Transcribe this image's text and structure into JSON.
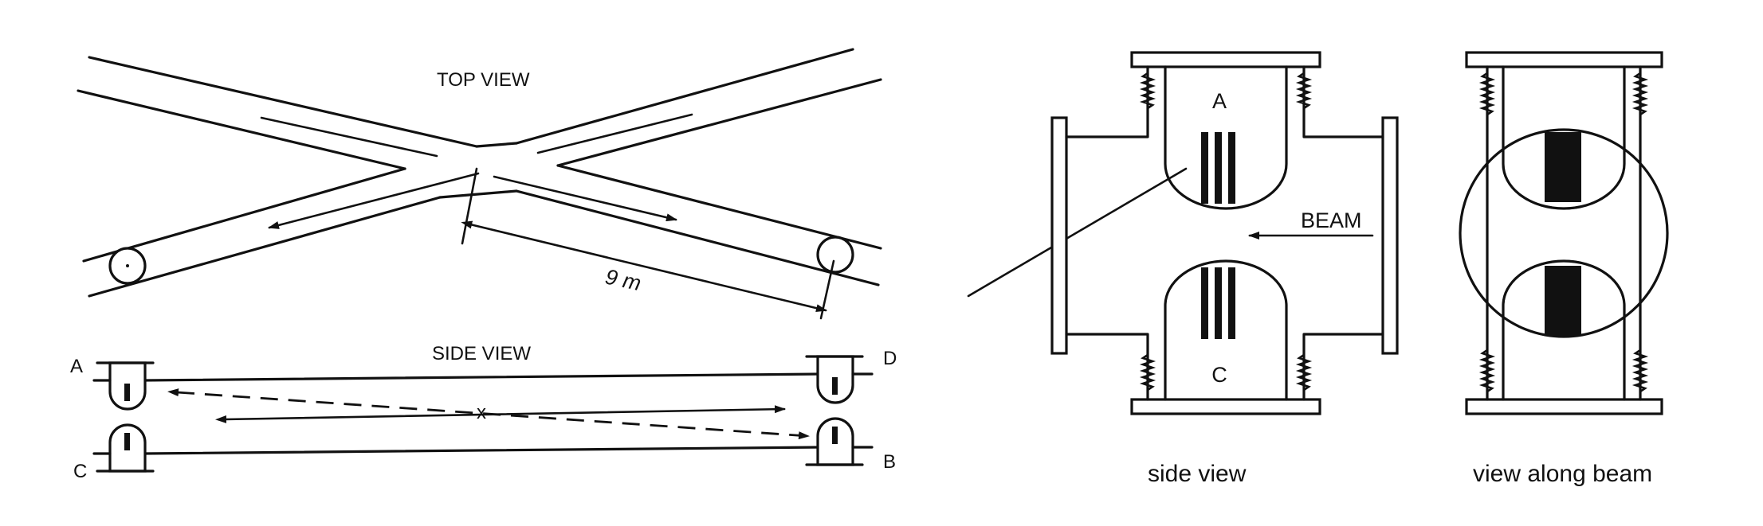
{
  "labels": {
    "top_view": "TOP VIEW",
    "side_view_left": "SIDE VIEW",
    "distance": "9 m",
    "point_a": "A",
    "point_b": "B",
    "point_c": "C",
    "point_d": "D",
    "beam": "BEAM",
    "detector_a": "A",
    "detector_c": "C",
    "caption_side": "side  view",
    "caption_along": "view  along  beam"
  }
}
